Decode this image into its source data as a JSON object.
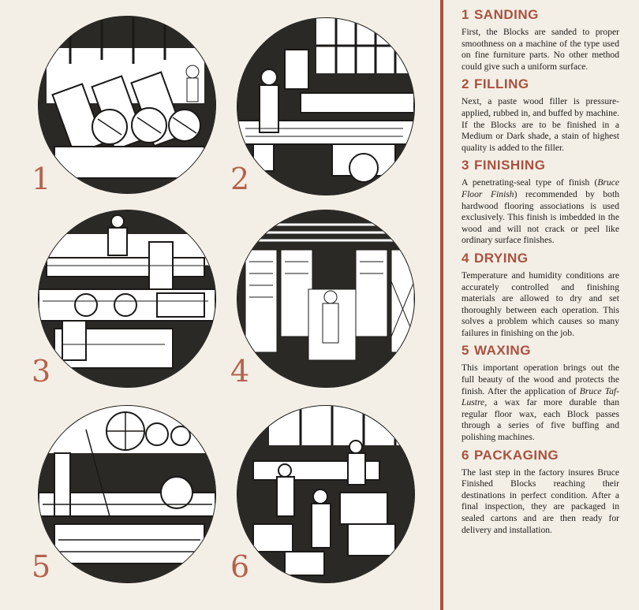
{
  "colors": {
    "accent": "#a8523f",
    "numeral": "#b6614c",
    "ink": "#1b1a18",
    "paper": "#f4efe6"
  },
  "illustrations": [
    {
      "number": "1",
      "subject": "sanding machines"
    },
    {
      "number": "2",
      "subject": "filling conveyor"
    },
    {
      "number": "3",
      "subject": "finishing line"
    },
    {
      "number": "4",
      "subject": "drying racks"
    },
    {
      "number": "5",
      "subject": "waxing and buffing machines"
    },
    {
      "number": "6",
      "subject": "packaging cartons"
    }
  ],
  "sections": [
    {
      "number": "1",
      "title": "SANDING",
      "body": "First, the Blocks are sanded to proper smoothness on a machine of the type used on fine furniture parts. No other method could give such a uniform surface."
    },
    {
      "number": "2",
      "title": "FILLING",
      "body": "Next, a paste wood filler is pressure-applied, rubbed in, and buffed by machine. If the Blocks are to be finished in a Medium or Dark shade, a stain of highest quality is added to the filler."
    },
    {
      "number": "3",
      "title": "FINISHING",
      "body_pre": "A penetrating-seal type of finish (",
      "body_em": "Bruce Floor Finish",
      "body_post": ") recommended by both hardwood flooring associations is used exclusively. This finish is imbedded in the wood and will not crack or peel like ordinary surface finishes."
    },
    {
      "number": "4",
      "title": "DRYING",
      "body": "Temperature and humidity conditions are accurately controlled and finishing materials are allowed to dry and set thoroughly between each operation. This solves a problem which causes so many failures in finishing on the job."
    },
    {
      "number": "5",
      "title": "WAXING",
      "body_pre": "This important operation brings out the full beauty of the wood and protects the finish. After the application of ",
      "body_em": "Bruce Taf-Lustre",
      "body_post": ", a wax far more durable than regular floor wax, each Block passes through a series of five buffing and polishing machines."
    },
    {
      "number": "6",
      "title": "PACKAGING",
      "body": "The last step in the factory insures Bruce Finished Blocks reaching their destinations in perfect condition. After a final inspection, they are packaged in sealed cartons and are then ready for delivery and installation."
    }
  ]
}
